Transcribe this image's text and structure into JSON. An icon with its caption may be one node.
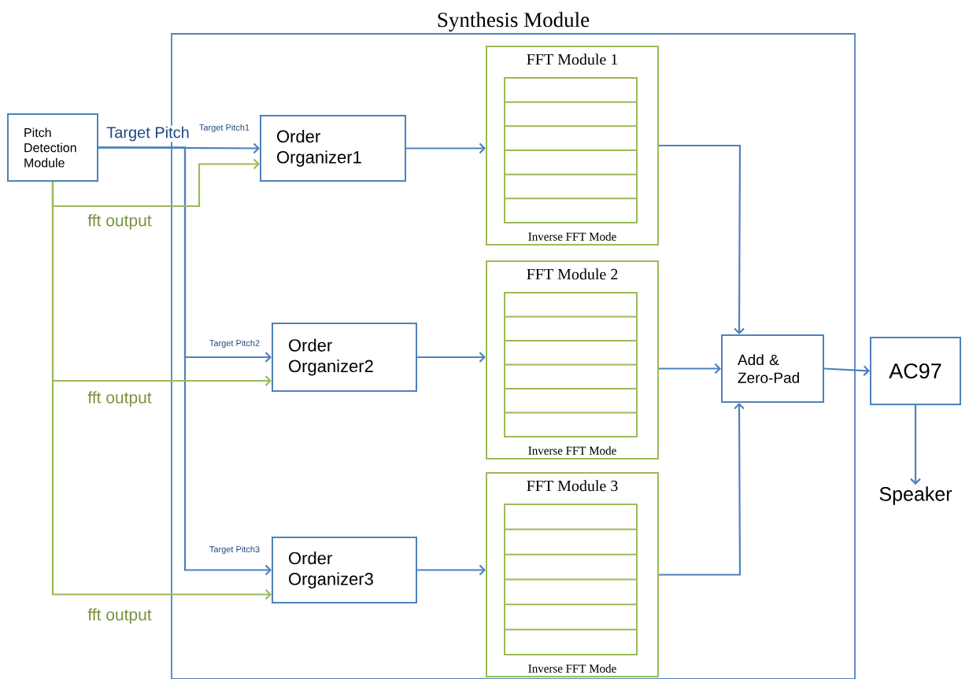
{
  "diagram": {
    "nodes": [
      {
        "text": [
          "Synthesis Module"
        ]
      },
      {
        "text": [
          "Pitch Detection Module"
        ]
      },
      {
        "text": [
          "Order Organizer1"
        ],
        "in": 0
      },
      {
        "text": [
          "FFT Module 1",
          "Inverse FFT Mode"
        ],
        "in": 0
      },
      {
        "text": [
          "Order Organizer2"
        ],
        "in": 0
      },
      {
        "text": [
          "FFT Module 2",
          "Inverse FFT Mode"
        ],
        "in": 0
      },
      {
        "text": [
          "Order Organizer3"
        ],
        "in": 0
      },
      {
        "text": [
          "FFT Module 3",
          "Inverse FFT Mode"
        ],
        "in": 0
      },
      {
        "text": [
          "Add & Zero-Pad"
        ],
        "in": 0
      },
      {
        "text": [
          "AC97"
        ]
      },
      {
        "text": [
          "Speaker"
        ]
      }
    ],
    "edges": [
      {
        "from": 1,
        "to": 2,
        "arrow": "to",
        "label": "Target Pitch1"
      },
      {
        "from": 1,
        "to": 4,
        "arrow": "to",
        "label": "Target Pitch2"
      },
      {
        "from": 1,
        "to": 6,
        "arrow": "to",
        "label": "Target Pitch3"
      },
      {
        "from": 1,
        "to": 2,
        "arrow": "to",
        "label": "fft output",
        "color": "#9bbb59"
      },
      {
        "from": 1,
        "to": 4,
        "arrow": "to",
        "label": "fft output",
        "color": "#9bbb59"
      },
      {
        "from": 1,
        "to": 6,
        "arrow": "to",
        "label": "fft output",
        "color": "#9bbb59"
      },
      {
        "from": 2,
        "to": 3,
        "arrow": "to"
      },
      {
        "from": 4,
        "to": 5,
        "arrow": "to"
      },
      {
        "from": 6,
        "to": 7,
        "arrow": "to"
      },
      {
        "from": 3,
        "to": 8,
        "arrow": "to"
      },
      {
        "from": 5,
        "to": 8,
        "arrow": "to"
      },
      {
        "from": 7,
        "to": 8,
        "arrow": "to"
      },
      {
        "from": 8,
        "to": 9,
        "arrow": "to"
      },
      {
        "from": 9,
        "to": 10,
        "arrow": "to"
      }
    ],
    "labels": [
      "Target Pitch"
    ]
  }
}
